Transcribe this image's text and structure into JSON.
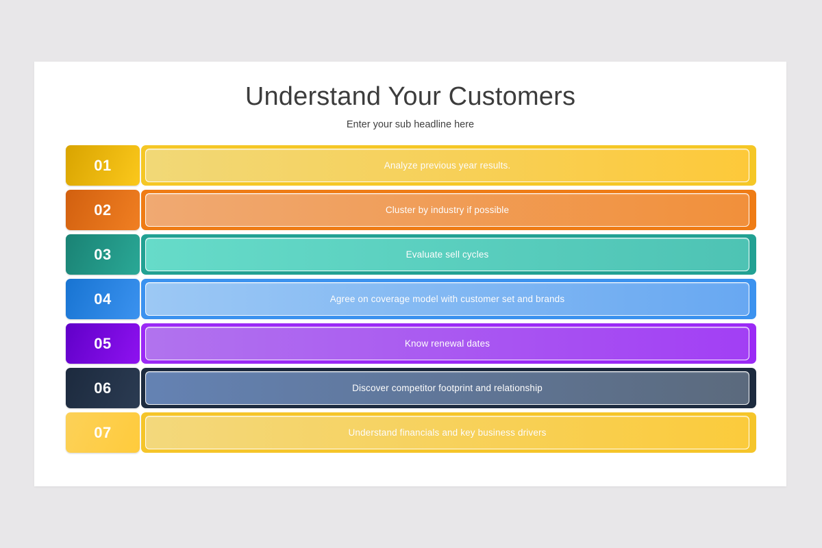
{
  "slide": {
    "title": "Understand Your Customers",
    "subtitle": "Enter your sub headline here",
    "background_color": "#e8e7e9",
    "panel_color": "#ffffff",
    "label_text_color": "#ffffff",
    "title_color": "#3c3c3c"
  },
  "rows": [
    {
      "number": "01",
      "label": "Analyze previous year results.",
      "badge_gradient_from": "#d9a400",
      "badge_gradient_to": "#fbc81c",
      "frame_color": "#f5c726",
      "bar_gradient_from": "#f1d877",
      "bar_gradient_to": "#fdc93a"
    },
    {
      "number": "02",
      "label": "Cluster by industry if possible",
      "badge_gradient_from": "#d2600f",
      "badge_gradient_to": "#f07f22",
      "frame_color": "#ef7c15",
      "bar_gradient_from": "#f0a972",
      "bar_gradient_to": "#f1903b"
    },
    {
      "number": "03",
      "label": "Evaluate sell cycles",
      "badge_gradient_from": "#1a8274",
      "badge_gradient_to": "#2aa896",
      "frame_color": "#22a193",
      "bar_gradient_from": "#66dbc9",
      "bar_gradient_to": "#4ec3b4"
    },
    {
      "number": "04",
      "label": "Agree on coverage model with customer set and brands",
      "badge_gradient_from": "#1874d2",
      "badge_gradient_to": "#3b92ef",
      "frame_color": "#3b92ef",
      "bar_gradient_from": "#9cc8f4",
      "bar_gradient_to": "#68a8f2"
    },
    {
      "number": "05",
      "label": "Know renewal dates",
      "badge_gradient_from": "#6000c8",
      "badge_gradient_to": "#8e12f0",
      "frame_color": "#9b2af5",
      "bar_gradient_from": "#b173ee",
      "bar_gradient_to": "#a23ff4"
    },
    {
      "number": "06",
      "label": "Discover competitor footprint and relationship",
      "badge_gradient_from": "#1c2a3e",
      "badge_gradient_to": "#2b3b52",
      "frame_color": "#1d2b3f",
      "bar_gradient_from": "#6482b3",
      "bar_gradient_to": "#5b6a7d"
    },
    {
      "number": "07",
      "label": "Understand financials and key business drivers",
      "badge_gradient_from": "#fcd158",
      "badge_gradient_to": "#ffcb3c",
      "frame_color": "#f5c52a",
      "bar_gradient_from": "#f3d87c",
      "bar_gradient_to": "#fbcb3c"
    }
  ]
}
